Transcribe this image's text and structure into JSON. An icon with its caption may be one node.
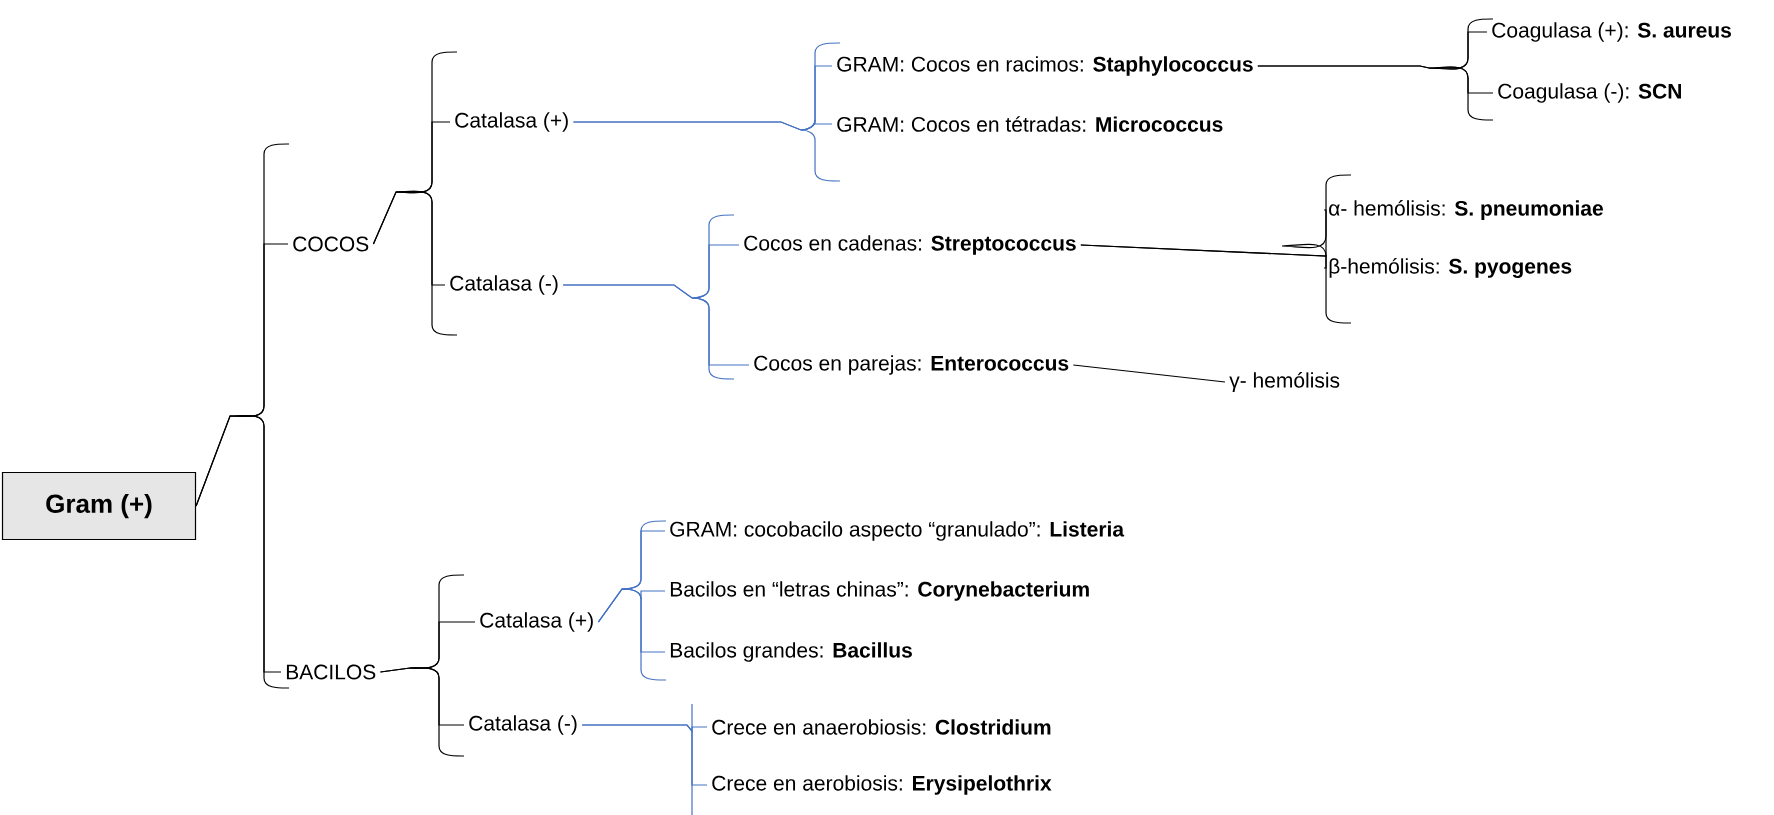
{
  "diagram": {
    "nodes": [
      {
        "text": [
          "Gram (+)"
        ]
      },
      {
        "text": [
          "COCOS"
        ]
      },
      {
        "text": [
          "BACILOS"
        ]
      },
      {
        "text": [
          "Catalasa (+)"
        ]
      },
      {
        "text": [
          "Catalasa (-)"
        ]
      },
      {
        "text": [
          "GRAM: Cocos en racimos: **Staphylococcus**"
        ]
      },
      {
        "text": [
          "GRAM: Cocos en tétradas: **Micrococcus**"
        ]
      },
      {
        "text": [
          "Cocos en cadenas: **Streptococcus**"
        ]
      },
      {
        "text": [
          "Cocos en parejas: **Enterococcus**"
        ]
      },
      {
        "text": [
          "Coagulasa (+): **S. aureus**"
        ]
      },
      {
        "text": [
          "Coagulasa (-): **SCN**"
        ]
      },
      {
        "text": [
          "α- hemólisis: **S. pneumoniae**"
        ]
      },
      {
        "text": [
          "β-hemólisis: **S. pyogenes**"
        ]
      },
      {
        "text": [
          "γ- hemólisis"
        ]
      },
      {
        "text": [
          "Catalasa (+)"
        ]
      },
      {
        "text": [
          "Catalasa (-)"
        ]
      },
      {
        "text": [
          "GRAM: cocobacilo aspecto “granulado”: **Listeria**"
        ]
      },
      {
        "text": [
          "Bacilos en “letras chinas”: **Corynebacterium**"
        ]
      },
      {
        "text": [
          "Bacilos grandes:  **Bacillus**"
        ]
      },
      {
        "text": [
          "Crece en anaerobiosis: **Clostridium**"
        ]
      },
      {
        "text": [
          "Crece en aerobiosis: **Erysipelothrix**"
        ]
      }
    ],
    "edges": [
      {
        "from": 0,
        "to": 1,
        "arrow": "none"
      },
      {
        "from": 0,
        "to": 2,
        "arrow": "none"
      },
      {
        "from": 1,
        "to": 3,
        "arrow": "none"
      },
      {
        "from": 1,
        "to": 4,
        "arrow": "none"
      },
      {
        "from": 3,
        "to": 5,
        "arrow": "none",
        "color": "#4472c4"
      },
      {
        "from": 3,
        "to": 6,
        "arrow": "none",
        "color": "#4472c4"
      },
      {
        "from": 4,
        "to": 7,
        "arrow": "none",
        "color": "#4472c4"
      },
      {
        "from": 4,
        "to": 8,
        "arrow": "none",
        "color": "#4472c4"
      },
      {
        "from": 5,
        "to": 9,
        "arrow": "none"
      },
      {
        "from": 5,
        "to": 10,
        "arrow": "none"
      },
      {
        "from": 7,
        "to": 11,
        "arrow": "none"
      },
      {
        "from": 7,
        "to": 12,
        "arrow": "none"
      },
      {
        "from": 8,
        "to": 13,
        "arrow": "none"
      },
      {
        "from": 2,
        "to": 14,
        "arrow": "none"
      },
      {
        "from": 2,
        "to": 15,
        "arrow": "none"
      },
      {
        "from": 14,
        "to": 16,
        "arrow": "none",
        "color": "#4472c4"
      },
      {
        "from": 14,
        "to": 17,
        "arrow": "none",
        "color": "#4472c4"
      },
      {
        "from": 14,
        "to": 18,
        "arrow": "none",
        "color": "#4472c4"
      },
      {
        "from": 15,
        "to": 19,
        "arrow": "none",
        "color": "#4472c4"
      },
      {
        "from": 15,
        "to": 20,
        "arrow": "none",
        "color": "#4472c4"
      }
    ]
  }
}
